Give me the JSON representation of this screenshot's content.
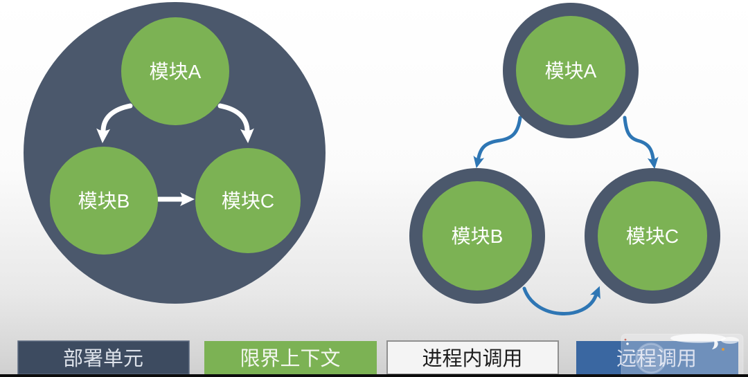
{
  "slide": {
    "monolith": {
      "modules": [
        {
          "id": "A",
          "label": "模块A"
        },
        {
          "id": "B",
          "label": "模块B"
        },
        {
          "id": "C",
          "label": "模块C"
        }
      ]
    },
    "microservices": {
      "modules": [
        {
          "id": "A",
          "label": "模块A"
        },
        {
          "id": "B",
          "label": "模块B"
        },
        {
          "id": "C",
          "label": "模块C"
        }
      ]
    },
    "legend": [
      {
        "label": "部署单元"
      },
      {
        "label": "限界上下文"
      },
      {
        "label": "进程内调用"
      },
      {
        "label": "远程调用"
      }
    ],
    "colors": {
      "deployment_slate": "#4b586c",
      "legend_slate": "#3d4b60",
      "module_green": "#7cb254",
      "remote_call_blue": "#3a67a1",
      "arrow_blue": "#2e76b4",
      "arrow_white": "#ffffff"
    }
  }
}
